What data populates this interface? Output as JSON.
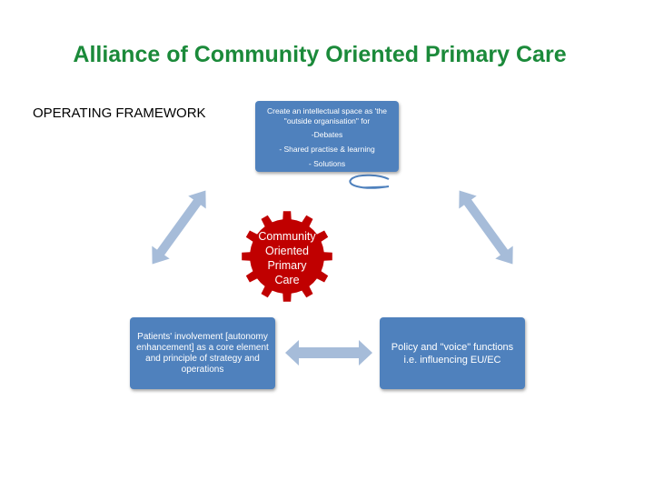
{
  "title": "Alliance of Community Oriented Primary Care",
  "subtitle": "OPERATING FRAMEWORK",
  "top_box": {
    "intro": "Create an intellectual space as 'the \"outside organisation\" for",
    "items": [
      "-Debates",
      "- Shared practise & learning",
      "- Solutions"
    ]
  },
  "center": {
    "lines": [
      "Community",
      "Oriented",
      "Primary",
      "Care"
    ]
  },
  "left_box": {
    "text": "Patients' involvement [autonomy enhancement] as a core element and principle of strategy and operations"
  },
  "right_box": {
    "text": "Policy and \"voice\" functions i.e. influencing EU/EC"
  },
  "colors": {
    "title": "#1b8a3a",
    "box_fill": "#4f81bd",
    "gear_fill": "#c00000",
    "arrow_fill": "#a6bcd9"
  }
}
